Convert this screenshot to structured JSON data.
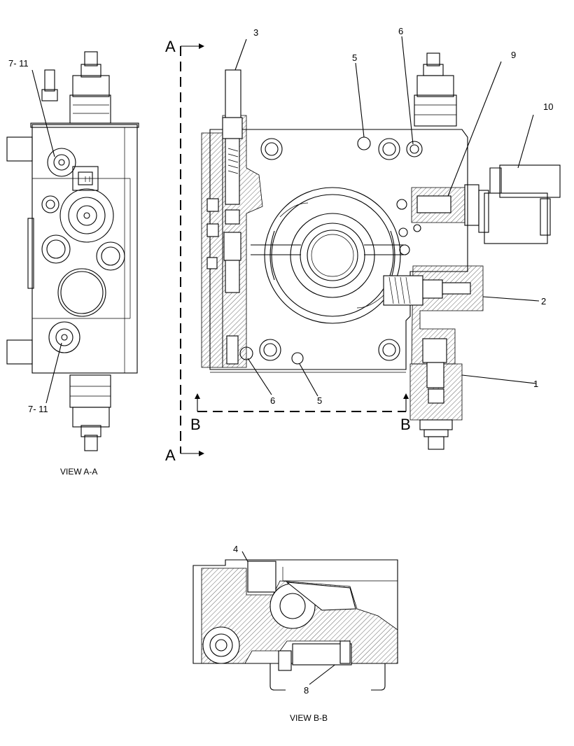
{
  "callouts": {
    "c1": "1",
    "c2": "2",
    "c3": "3",
    "c4": "4",
    "c5a": "5",
    "c5b": "5",
    "c6a": "6",
    "c6b": "6",
    "c7a": "7- 11",
    "c7b": "7- 11",
    "c8": "8",
    "c9": "9",
    "c10": "10"
  },
  "section_marks": {
    "a_top": "A",
    "a_bottom": "A",
    "b_left": "B",
    "b_right": "B"
  },
  "captions": {
    "view_aa": "VIEW A-A",
    "view_bb": "VIEW B-B"
  }
}
